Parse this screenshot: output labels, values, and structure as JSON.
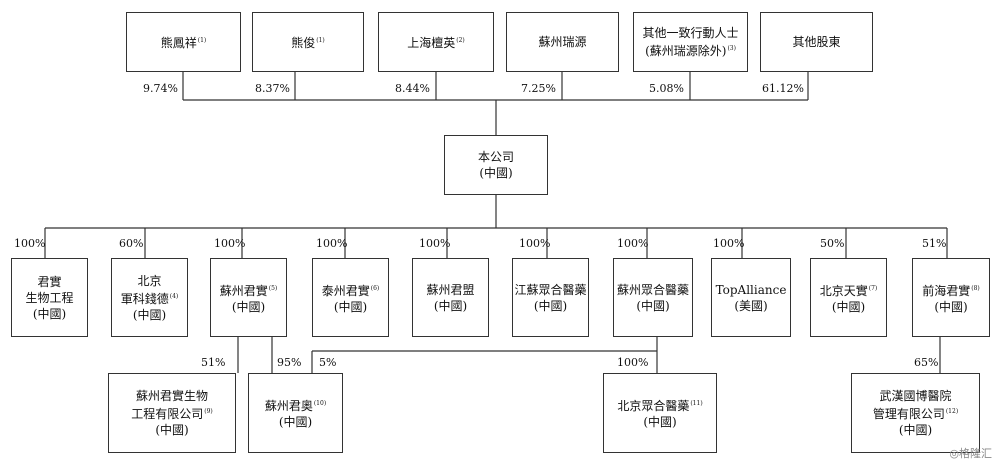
{
  "shareholders": [
    {
      "name": "熊鳳祥",
      "note": "(1)",
      "pct": "9.74%"
    },
    {
      "name": "熊俊",
      "note": "(1)",
      "pct": "8.37%"
    },
    {
      "name": "上海檀英",
      "note": "(2)",
      "pct": "8.44%"
    },
    {
      "name": "蘇州瑞源",
      "note": "",
      "pct": "7.25%"
    },
    {
      "name": "其他一致行動人士",
      "name2": "(蘇州瑞源除外)",
      "note": "(3)",
      "pct": "5.08%"
    },
    {
      "name": "其他股東",
      "note": "",
      "pct": "61.12%"
    }
  ],
  "company": {
    "name": "本公司",
    "region": "(中國)"
  },
  "subsidiaries": [
    {
      "l1": "君實",
      "l2": "生物工程",
      "region": "(中國)",
      "note": "",
      "pct": "100%"
    },
    {
      "l1": "北京",
      "l2": "軍科錢德",
      "region": "(中國)",
      "note": "(4)",
      "pct": "60%"
    },
    {
      "l1": "蘇州君實",
      "l2": "",
      "region": "(中國)",
      "note": "(5)",
      "pct": "100%"
    },
    {
      "l1": "泰州君實",
      "l2": "",
      "region": "(中國)",
      "note": "(6)",
      "pct": "100%"
    },
    {
      "l1": "蘇州君盟",
      "l2": "",
      "region": "(中國)",
      "note": "",
      "pct": "100%"
    },
    {
      "l1": "江蘇眾合醫藥",
      "l2": "",
      "region": "(中國)",
      "note": "",
      "pct": "100%"
    },
    {
      "l1": "蘇州眾合醫藥",
      "l2": "",
      "region": "(中國)",
      "note": "",
      "pct": "100%"
    },
    {
      "l1": "TopAlliance",
      "l2": "",
      "region": "(美國)",
      "note": "",
      "pct": "100%"
    },
    {
      "l1": "北京天實",
      "l2": "",
      "region": "(中國)",
      "note": "(7)",
      "pct": "50%"
    },
    {
      "l1": "前海君實",
      "l2": "",
      "region": "(中國)",
      "note": "(8)",
      "pct": "51%"
    }
  ],
  "third_tier": [
    {
      "l1": "蘇州君實生物",
      "l2": "工程有限公司",
      "region": "(中國)",
      "note": "(9)"
    },
    {
      "l1": "蘇州君奧",
      "l2": "",
      "region": "(中國)",
      "note": "(10)"
    },
    {
      "l1": "北京眾合醫藥",
      "l2": "",
      "region": "(中國)",
      "note": "(11)"
    },
    {
      "l1": "武漢國博醫院",
      "l2": "管理有限公司",
      "region": "(中國)",
      "note": "(12)"
    }
  ],
  "third_pcts": {
    "a": "51%",
    "b": "95%",
    "c": "5%",
    "d": "100%",
    "e": "65%"
  },
  "watermark": "◎格隆汇"
}
